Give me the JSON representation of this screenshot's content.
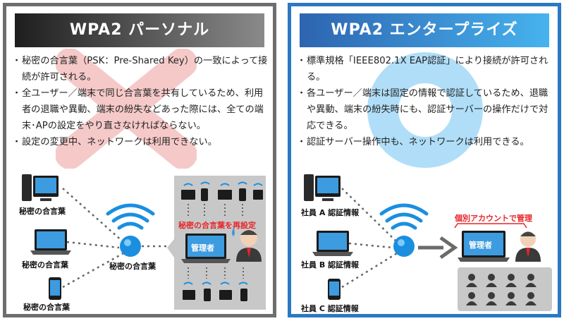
{
  "left_panel": {
    "title": "WPA2 パーソナル",
    "bullets": [
      "秘密の合言葉（PSK：Pre-Shared Key）の一致によって接続が許可される。",
      "全ユーザー／端末で同じ合言葉を共有しているため、利用者の退職や異動、端末の紛失などあった際には、全ての端末･APの設定をやり直さなければならない。",
      "設定の変更中、ネットワークは利用できない。"
    ],
    "diagram": {
      "client_labels": [
        "秘密の合言葉",
        "秘密の合言葉",
        "秘密の合言葉"
      ],
      "ap_label": "秘密の合言葉",
      "reset_label": "秘密の合言葉を再設定",
      "admin_label": "管理者"
    }
  },
  "right_panel": {
    "title": "WPA2 エンタープライズ",
    "bullets": [
      "標準規格「IEEE802.1X EAP認証」により接続が許可される。",
      "各ユーザー／端末は固定の情報で認証しているため、退職や異動、端末の紛失時にも、認証サーバーの操作だけで対応できる。",
      "認証サーバー操作中も、ネットワークは利用できる。"
    ],
    "diagram": {
      "client_labels": [
        "社員 A 認証情報",
        "社員 B 認証情報",
        "社員 C 認証情報"
      ],
      "account_label": "個別アカウントで管理",
      "admin_label": "管理者"
    }
  },
  "colors": {
    "left_border": "#6e6e6e",
    "right_border": "#2b78c4",
    "accent_red": "#e6262a",
    "wifi_blue": "#1a8fe0"
  }
}
